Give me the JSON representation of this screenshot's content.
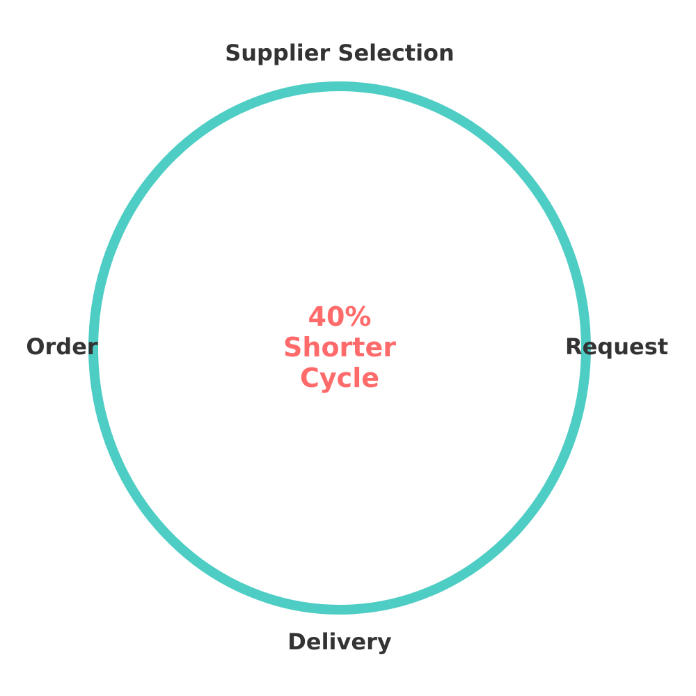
{
  "diagram": {
    "stages": {
      "top": "Supplier Selection",
      "right": "Request",
      "bottom": "Delivery",
      "left": "Order"
    },
    "center": {
      "line1": "40%",
      "line2": "Shorter",
      "line3": "Cycle"
    }
  },
  "colors": {
    "ring": "#4ecdc4",
    "center_text": "#ff6b6b",
    "stage_text": "#333333",
    "background": "#ffffff"
  }
}
